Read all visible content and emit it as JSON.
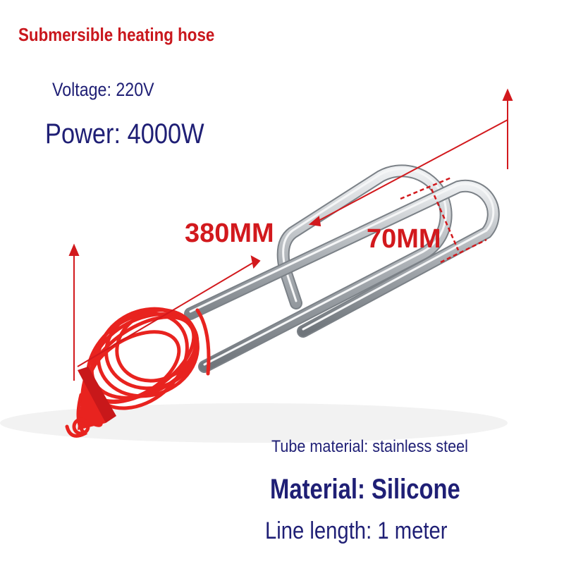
{
  "title": "Submersible heating hose",
  "specs": {
    "voltage": "Voltage: 220V",
    "power": "Power: 4000W",
    "tube_material": "Tube material: stainless steel",
    "material": "Material: Silicone",
    "line_length": "Line length: 1 meter"
  },
  "dimensions": {
    "length": "380MM",
    "width": "70MM"
  },
  "colors": {
    "accent_red": "#d2191d",
    "text_navy": "#1f1f75",
    "steel": "#b9bec3",
    "silicone_red": "#e8231f"
  }
}
